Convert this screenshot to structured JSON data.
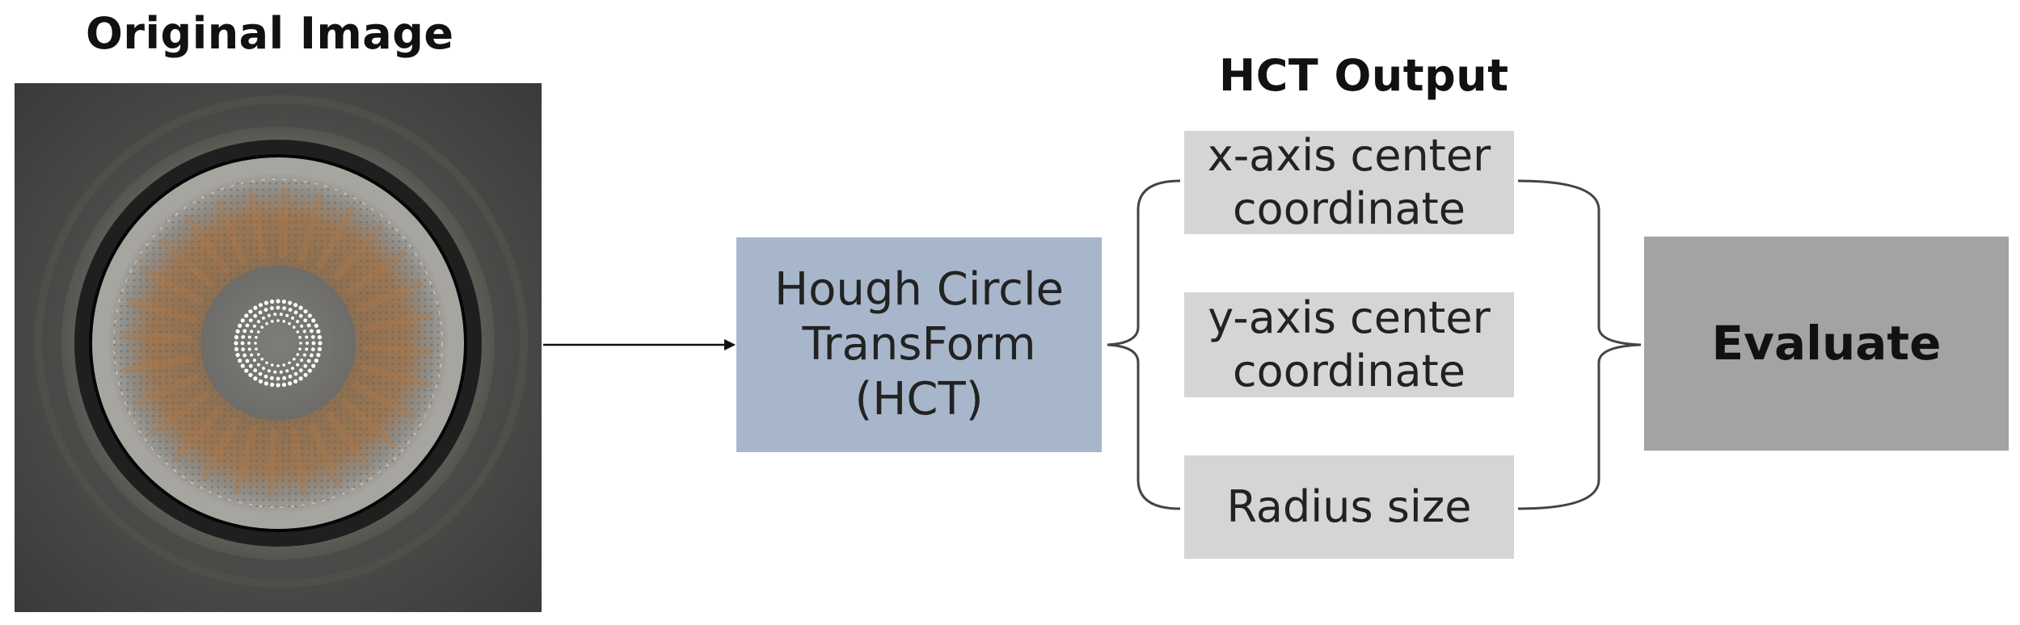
{
  "titles": {
    "original_image": "Original Image",
    "hct_output": "HCT Output"
  },
  "hct_box": {
    "label": "Hough Circle\nTransForm\n(HCT)"
  },
  "outputs": [
    {
      "label": "x-axis center\ncoordinate"
    },
    {
      "label": "y-axis center\ncoordinate"
    },
    {
      "label": "Radius size"
    }
  ],
  "evaluate_box": {
    "label": "Evaluate"
  },
  "colors": {
    "hct_box": "#a8b6cb",
    "output_box": "#d5d5d5",
    "evaluate_box": "#a3a3a3",
    "connector": "#444444"
  }
}
